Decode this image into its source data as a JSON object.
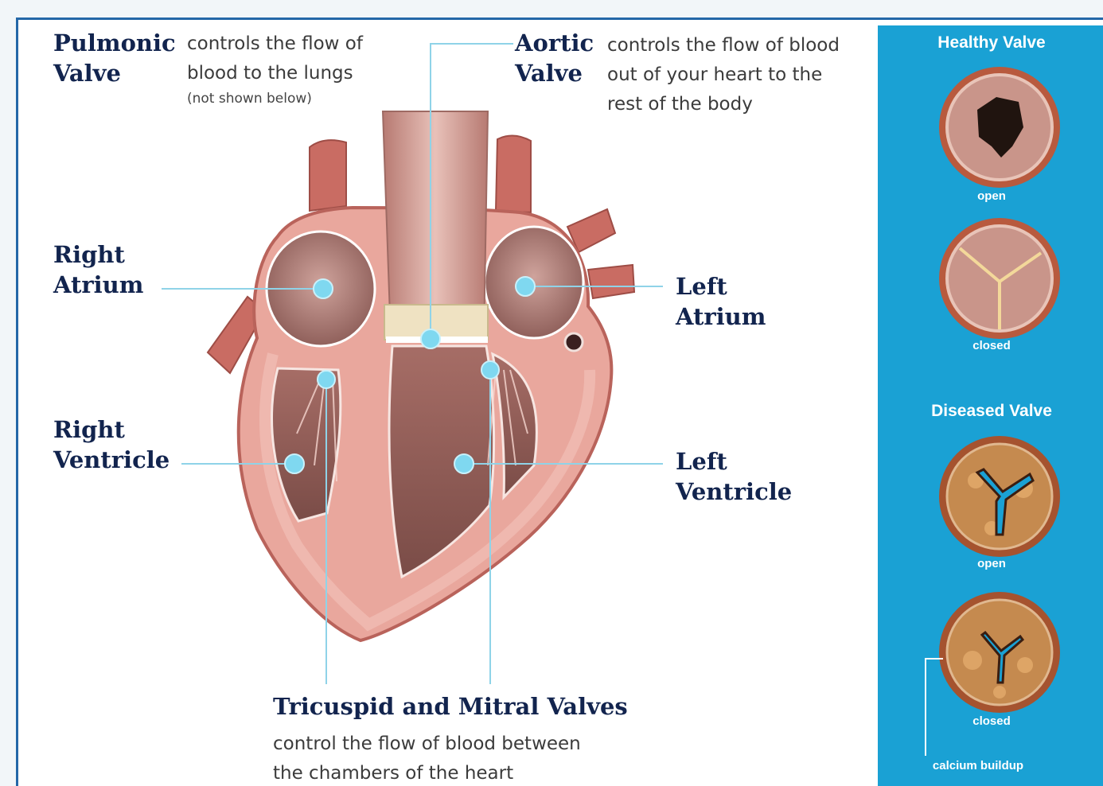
{
  "pulmonic": {
    "title_line1": "Pulmonic",
    "title_line2": "Valve",
    "desc_line1": "controls the flow of",
    "desc_line2": "blood to the lungs",
    "note": "(not shown below)"
  },
  "aortic": {
    "title_line1": "Aortic",
    "title_line2": "Valve",
    "desc_line1": "controls the flow of blood",
    "desc_line2": "out of your heart to the",
    "desc_line3": "rest of the body"
  },
  "right_atrium": {
    "line1": "Right",
    "line2": "Atrium"
  },
  "right_ventricle": {
    "line1": "Right",
    "line2": "Ventricle"
  },
  "left_atrium": {
    "line1": "Left",
    "line2": "Atrium"
  },
  "left_ventricle": {
    "line1": "Left",
    "line2": "Ventricle"
  },
  "tricuspid_mitral": {
    "title": "Tricuspid and Mitral Valves",
    "desc_line1": "control the flow of blood between",
    "desc_line2": "the chambers of the heart"
  },
  "panel": {
    "healthy_title": "Healthy Valve",
    "healthy_open": "open",
    "healthy_closed": "closed",
    "diseased_title": "Diseased Valve",
    "diseased_open": "open",
    "diseased_closed": "closed",
    "calcium": "calcium buildup"
  },
  "colors": {
    "frame_border": "#2467a8",
    "label_text": "#12244e",
    "pointer_line": "#8fd3e8",
    "pointer_dot": "#7fd8f0",
    "panel_bg": "#1aa1d4",
    "heart_muscle": "#e9a79d",
    "heart_outer": "#c96c63"
  }
}
